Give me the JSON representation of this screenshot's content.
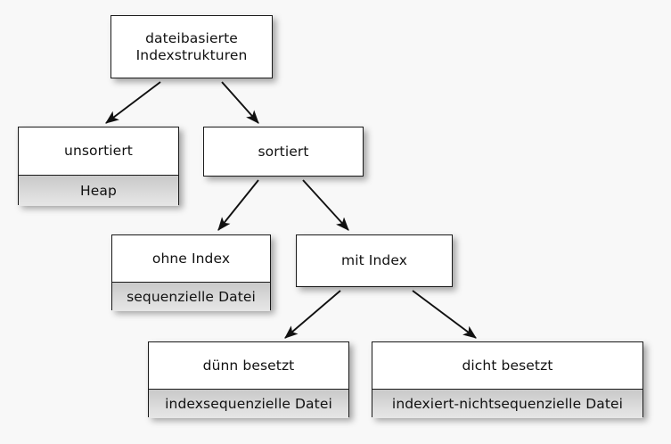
{
  "diagram": {
    "background_color": "#f8f8f8",
    "node_fill": "#ffffff",
    "sub_fill": "#d8d8d8",
    "border_color": "#1a1a1a",
    "nodes": [
      {
        "id": "root",
        "title": "dateibasierte\nIndexstrukturen",
        "title_line1": "dateibasierte",
        "title_line2": "Indexstrukturen",
        "sub": ""
      },
      {
        "id": "unsortiert",
        "title": "unsortiert",
        "sub": "Heap"
      },
      {
        "id": "sortiert",
        "title": "sortiert",
        "sub": ""
      },
      {
        "id": "ohne-index",
        "title": "ohne Index",
        "sub": "sequenzielle Datei"
      },
      {
        "id": "mit-index",
        "title": "mit Index",
        "sub": ""
      },
      {
        "id": "duenn",
        "title": "dünn besetzt",
        "sub": "indexsequenzielle Datei"
      },
      {
        "id": "dicht",
        "title": "dicht besetzt",
        "sub": "indexiert-nichtsequenzielle Datei"
      }
    ],
    "edges": [
      {
        "from": "root",
        "to": "unsortiert"
      },
      {
        "from": "root",
        "to": "sortiert"
      },
      {
        "from": "sortiert",
        "to": "ohne-index"
      },
      {
        "from": "sortiert",
        "to": "mit-index"
      },
      {
        "from": "mit-index",
        "to": "duenn"
      },
      {
        "from": "mit-index",
        "to": "dicht"
      }
    ]
  }
}
